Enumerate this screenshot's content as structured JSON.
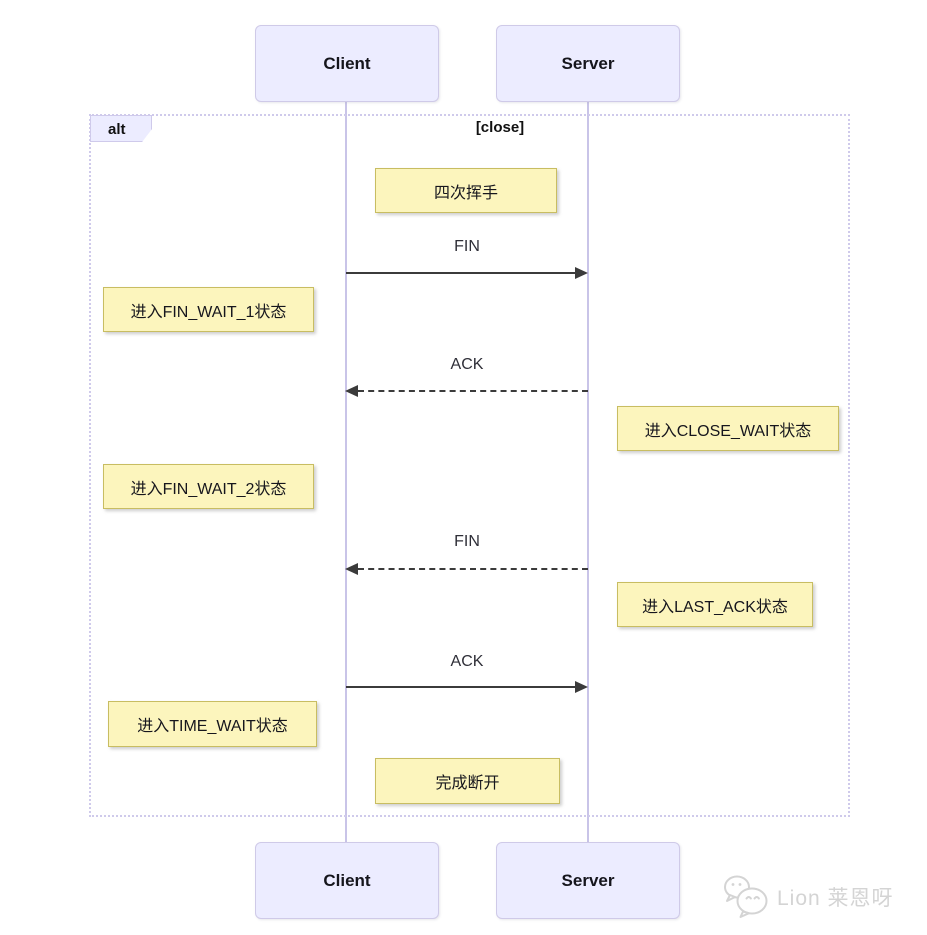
{
  "colors": {
    "actor_fill": "#ECECFF",
    "actor_border": "#CFCAE8",
    "lifeline": "#C9C4E8",
    "frame_border": "#CFCAEB",
    "note_fill": "#FCF5BD",
    "note_border": "#C8BD62",
    "arrow": "#3B3B3B",
    "watermark": "#D4D4D4"
  },
  "diagram": {
    "type": "sequence",
    "actors": [
      {
        "name": "Client"
      },
      {
        "name": "Server"
      }
    ],
    "frame": {
      "label": "alt",
      "condition": "[close]"
    },
    "messages": [
      {
        "label": "FIN",
        "from": "Client",
        "to": "Server",
        "line": "solid"
      },
      {
        "label": "ACK",
        "from": "Server",
        "to": "Client",
        "line": "dashed"
      },
      {
        "label": "FIN",
        "from": "Server",
        "to": "Client",
        "line": "dashed"
      },
      {
        "label": "ACK",
        "from": "Client",
        "to": "Server",
        "line": "solid"
      }
    ],
    "notes": [
      {
        "text": "四次挥手",
        "position": "center"
      },
      {
        "text": "进入FIN_WAIT_1状态",
        "position": "left-of-client"
      },
      {
        "text": "进入CLOSE_WAIT状态",
        "position": "right-of-server"
      },
      {
        "text": "进入FIN_WAIT_2状态",
        "position": "left-of-client"
      },
      {
        "text": "进入LAST_ACK状态",
        "position": "right-of-server"
      },
      {
        "text": "进入TIME_WAIT状态",
        "position": "left-of-client"
      },
      {
        "text": "完成断开",
        "position": "center"
      }
    ],
    "watermark": {
      "icon": "wechat-logo-icon",
      "text": "Lion 莱恩呀"
    }
  }
}
